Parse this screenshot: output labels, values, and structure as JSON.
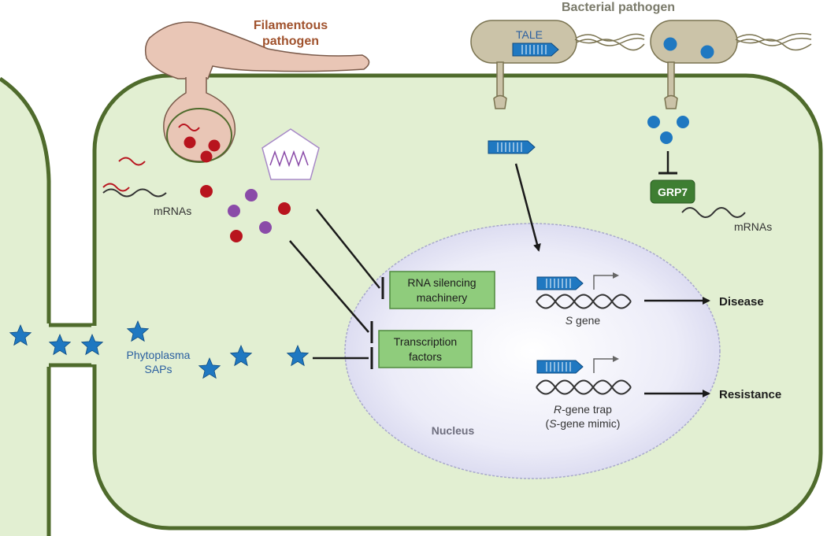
{
  "labels": {
    "filamentous_line1": "Filamentous",
    "filamentous_line2": "pathogen",
    "bacterial": "Bacterial pathogen",
    "tale": "TALE",
    "mrnas_left": "mRNAs",
    "mrnas_right": "mRNAs",
    "grp7": "GRP7",
    "rna_silencing_line1": "RNA silencing",
    "rna_silencing_line2": "machinery",
    "tf_line1": "Transcription",
    "tf_line2": "factors",
    "phytoplasma_line1": "Phytoplasma",
    "phytoplasma_line2": "SAPs",
    "s_gene_italic": "S",
    "s_gene_rest": " gene",
    "disease": "Disease",
    "resistance": "Resistance",
    "rgene_italic": "R",
    "rgene_rest": "-gene trap",
    "sgene_mimic_open": "(",
    "sgene_mimic_italic": "S",
    "sgene_mimic_rest": "-gene mimic)",
    "nucleus": "Nucleus"
  },
  "colors": {
    "cell_fill": "#e2efd2",
    "cell_border": "#4f6b2c",
    "nucleus_fill": "#e8e8f6",
    "box_fill": "#8fcc7c",
    "box_border": "#4f8a3c",
    "grp7_fill": "#3e7e32",
    "effector_blue": "#1f78c1",
    "effector_red": "#b8141e",
    "effector_purple": "#8a4ba8",
    "pathogen_pink": "#e9c6b6",
    "bacteria_tan": "#cbc3a8"
  }
}
